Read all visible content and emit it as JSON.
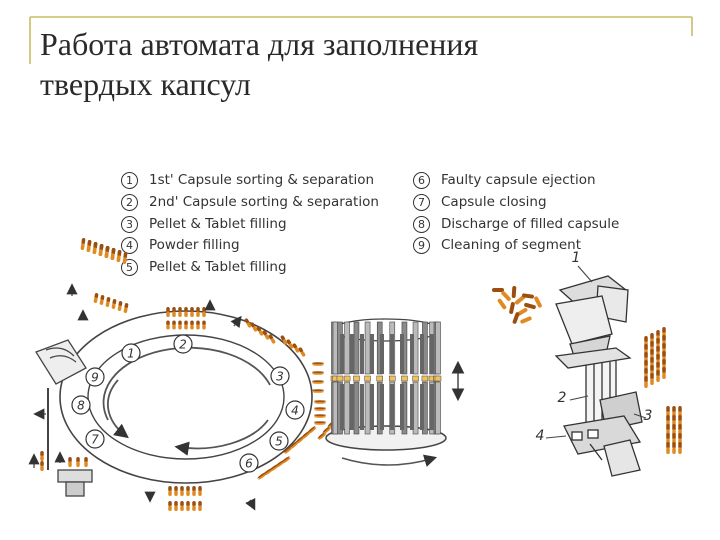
{
  "slide": {
    "title_line1": "Работа автомата для заполнения",
    "title_line2": "твердых капсул"
  },
  "legend_left": [
    {
      "num": "1",
      "text": "1st' Capsule sorting & separation"
    },
    {
      "num": "2",
      "text": "2nd' Capsule sorting & separation"
    },
    {
      "num": "3",
      "text": "Pellet & Tablet filling"
    },
    {
      "num": "4",
      "text": "Powder filling"
    },
    {
      "num": "5",
      "text": "Pellet & Tablet filling"
    }
  ],
  "legend_right": [
    {
      "num": "6",
      "text": "Faulty capsule ejection"
    },
    {
      "num": "7",
      "text": "Capsule closing"
    },
    {
      "num": "8",
      "text": "Discharge of filled capsule"
    },
    {
      "num": "9",
      "text": "Cleaning of segment"
    }
  ],
  "ring_stations": [
    "1",
    "2",
    "3",
    "4",
    "5",
    "6",
    "7",
    "8",
    "9"
  ],
  "machine_callouts": [
    "1",
    "2",
    "3",
    "4"
  ],
  "colors": {
    "title": "#2a2a2a",
    "frame": "#c9bd63",
    "ink": "#333333",
    "capsule": "#e08a20",
    "capsule_dark": "#9a4f10",
    "capsule_light": "#f2c15a"
  }
}
